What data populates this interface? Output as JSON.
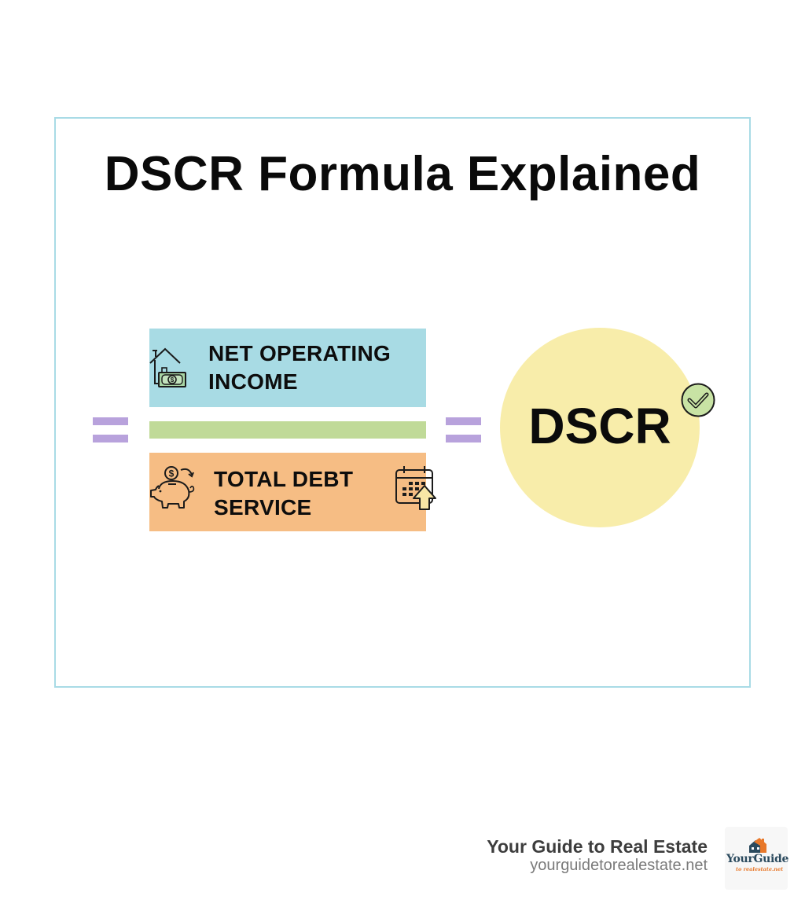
{
  "title": "DSCR Formula Explained",
  "formula": {
    "numerator": {
      "label": "NET OPERATING INCOME",
      "line1": "NET OPERATING",
      "line2": "INCOME",
      "icon": "house-with-money-icon",
      "color": "#a8dbe4"
    },
    "fraction_bar_color": "#c0da98",
    "denominator": {
      "label": "TOTAL DEBT SERVICE",
      "line1": "TOTAL DEBT",
      "line2": "SERVICE",
      "icon_left": "piggy-bank-coin-icon",
      "icon_right": "calendar-up-arrow-icon",
      "color": "#f6bd84"
    },
    "equals_color": "#b8a2dc",
    "result": {
      "label": "DSCR",
      "icon": "check-circle-icon",
      "color": "#f8edaa"
    }
  },
  "footer": {
    "brand_name": "Your Guide to Real Estate",
    "brand_url": "yourguidetorealestate.net",
    "logo": {
      "text": "YourGuide",
      "subtext": "to realestate.net",
      "icon": "house-logo-icon"
    }
  }
}
